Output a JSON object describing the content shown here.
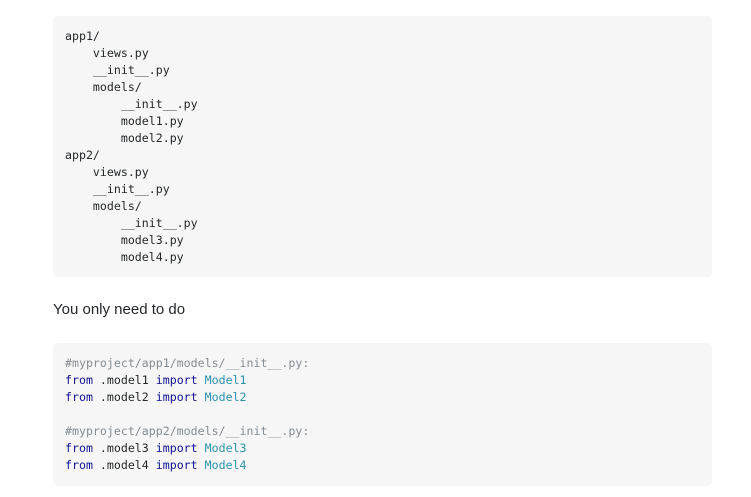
{
  "tree_block": {
    "lines": [
      "app1/",
      "    views.py",
      "    __init__.py",
      "    models/",
      "        __init__.py",
      "        model1.py",
      "        model2.py",
      "app2/",
      "    views.py",
      "    __init__.py",
      "    models/",
      "        __init__.py",
      "        model3.py",
      "        model4.py"
    ]
  },
  "prose": {
    "text": "You only need to do"
  },
  "code_block": {
    "lines": [
      [
        {
          "t": "comment",
          "v": "#myproject/app1/models/__init__.py:"
        }
      ],
      [
        {
          "t": "kw",
          "v": "from"
        },
        {
          "t": "plain",
          "v": " .model1 "
        },
        {
          "t": "kw",
          "v": "import"
        },
        {
          "t": "plain",
          "v": " "
        },
        {
          "t": "name",
          "v": "Model1"
        }
      ],
      [
        {
          "t": "kw",
          "v": "from"
        },
        {
          "t": "plain",
          "v": " .model2 "
        },
        {
          "t": "kw",
          "v": "import"
        },
        {
          "t": "plain",
          "v": " "
        },
        {
          "t": "name",
          "v": "Model2"
        }
      ],
      [],
      [
        {
          "t": "comment",
          "v": "#myproject/app2/models/__init__.py:"
        }
      ],
      [
        {
          "t": "kw",
          "v": "from"
        },
        {
          "t": "plain",
          "v": " .model3 "
        },
        {
          "t": "kw",
          "v": "import"
        },
        {
          "t": "plain",
          "v": " "
        },
        {
          "t": "name",
          "v": "Model3"
        }
      ],
      [
        {
          "t": "kw",
          "v": "from"
        },
        {
          "t": "plain",
          "v": " .model4 "
        },
        {
          "t": "kw",
          "v": "import"
        },
        {
          "t": "plain",
          "v": " "
        },
        {
          "t": "name",
          "v": "Model4"
        }
      ]
    ]
  },
  "colors": {
    "code_background": "#f6f6f6",
    "text": "#242729",
    "comment": "#858c93",
    "keyword": "#101094",
    "type_name": "#2b91af"
  }
}
